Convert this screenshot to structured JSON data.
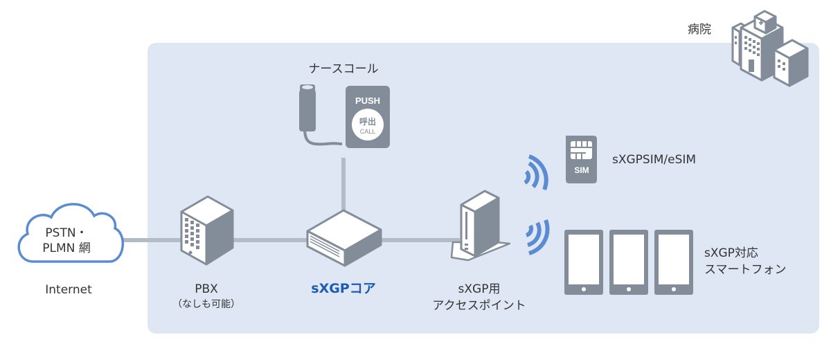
{
  "hospital": {
    "label": "病院",
    "icon": "hospital-icon"
  },
  "cloud": {
    "line1": "PSTN・",
    "line2": "PLMN 網",
    "caption": "Internet",
    "icon": "cloud-icon"
  },
  "pbx": {
    "label": "PBX",
    "sublabel": "（なしも可能）",
    "icon": "server-tower-icon"
  },
  "nurse_call": {
    "label": "ナースコール",
    "button_top": "PUSH",
    "button_kanji": "呼出",
    "button_en": "CALL",
    "icon": "nurse-call-icon"
  },
  "core": {
    "label": "sXGPコア",
    "icon": "core-box-icon"
  },
  "access_point": {
    "line1": "sXGP用",
    "line2": "アクセスポイント",
    "icon": "access-point-icon"
  },
  "sim": {
    "label": "sXGPSIM/eSIM",
    "chip_text": "SIM",
    "icon": "sim-card-icon"
  },
  "phones": {
    "line1": "sXGP対応",
    "line2": "スマートフォン",
    "count": 3,
    "icon": "smartphone-icon"
  },
  "colors": {
    "panel": "#dfe7f4",
    "icon_gray": "#828d99",
    "line_gray": "#b3bcc6",
    "wave_blue": "#5b8bd0",
    "core_blue": "#1d5bb5",
    "cloud_stroke": "#5b8bd0"
  }
}
